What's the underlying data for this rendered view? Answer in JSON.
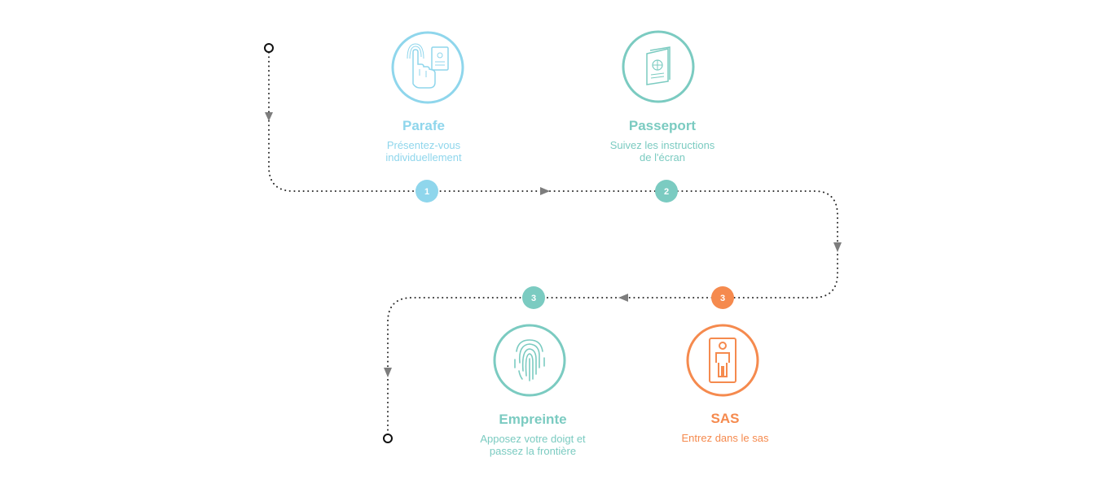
{
  "colors": {
    "blue": "#8fd6ec",
    "teal": "#7bcbc1",
    "orange": "#f58a4e",
    "path": "#2b2b2b",
    "arrow": "#7d7d7d"
  },
  "steps": [
    {
      "number": "1",
      "icon": "finger-touch-passport-icon",
      "title": "Parafe",
      "desc_line1": "Présentez-vous",
      "desc_line2": "individuellement",
      "color": "#8fd6ec"
    },
    {
      "number": "2",
      "icon": "passport-icon",
      "title": "Passeport",
      "desc_line1": "Suivez les instructions",
      "desc_line2": "de l'écran",
      "color": "#7bcbc1"
    },
    {
      "number": "3",
      "icon": "person-door-icon",
      "title": "SAS",
      "desc_line1": "Entrez dans le sas",
      "desc_line2": "",
      "color": "#f58a4e"
    },
    {
      "number": "3",
      "icon": "fingerprint-icon",
      "title": "Empreinte",
      "desc_line1": "Apposez votre doigt et",
      "desc_line2": "passez la frontière",
      "color": "#7bcbc1"
    }
  ]
}
